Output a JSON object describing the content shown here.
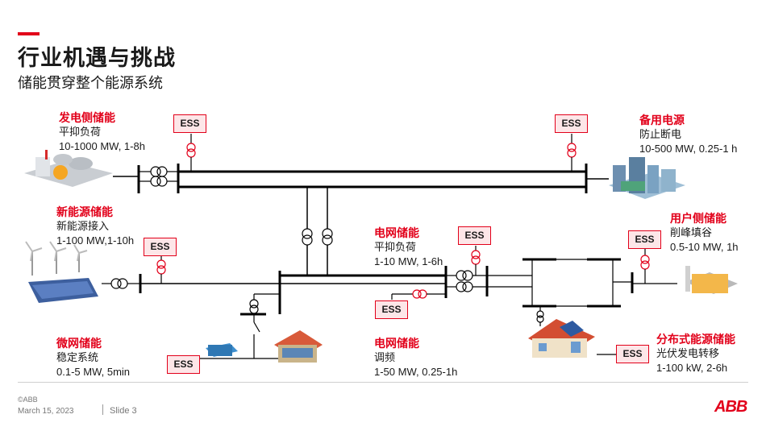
{
  "header": {
    "title": "行业机遇与挑战",
    "subtitle": "储能贯穿整个能源系统"
  },
  "ess_label": "ESS",
  "labels": {
    "generation": {
      "title": "发电侧储能",
      "line1": "平抑负荷",
      "line2": "10-1000 MW, 1-8h"
    },
    "backup": {
      "title": "备用电源",
      "line1": "防止断电",
      "line2": "10-500 MW, 0.25-1 h"
    },
    "renewable": {
      "title": "新能源储能",
      "line1": "新能源接入",
      "line2": "1-100 MW,1-10h"
    },
    "grid1": {
      "title": "电网储能",
      "line1": "平抑负荷",
      "line2": "1-10 MW, 1-6h"
    },
    "user": {
      "title": "用户侧储能",
      "line1": "削峰填谷",
      "line2": "0.5-10 MW, 1h"
    },
    "microgrid": {
      "title": "微网储能",
      "line1": "稳定系统",
      "line2": "0.1-5 MW, 5min"
    },
    "grid2": {
      "title": "电网储能",
      "line1": "调频",
      "line2": "1-50 MW, 0.25-1h"
    },
    "distributed": {
      "title": "分布式能源储能",
      "line1": "光伏发电转移",
      "line2": "1-100 kW, 2-6h"
    }
  },
  "footer": {
    "copyright": "©ABB",
    "date": "March 15, 2023",
    "slide": "Slide 3",
    "logo": "ABB"
  },
  "colors": {
    "accent": "#e2001a",
    "ess_fill": "#fde6e8"
  }
}
